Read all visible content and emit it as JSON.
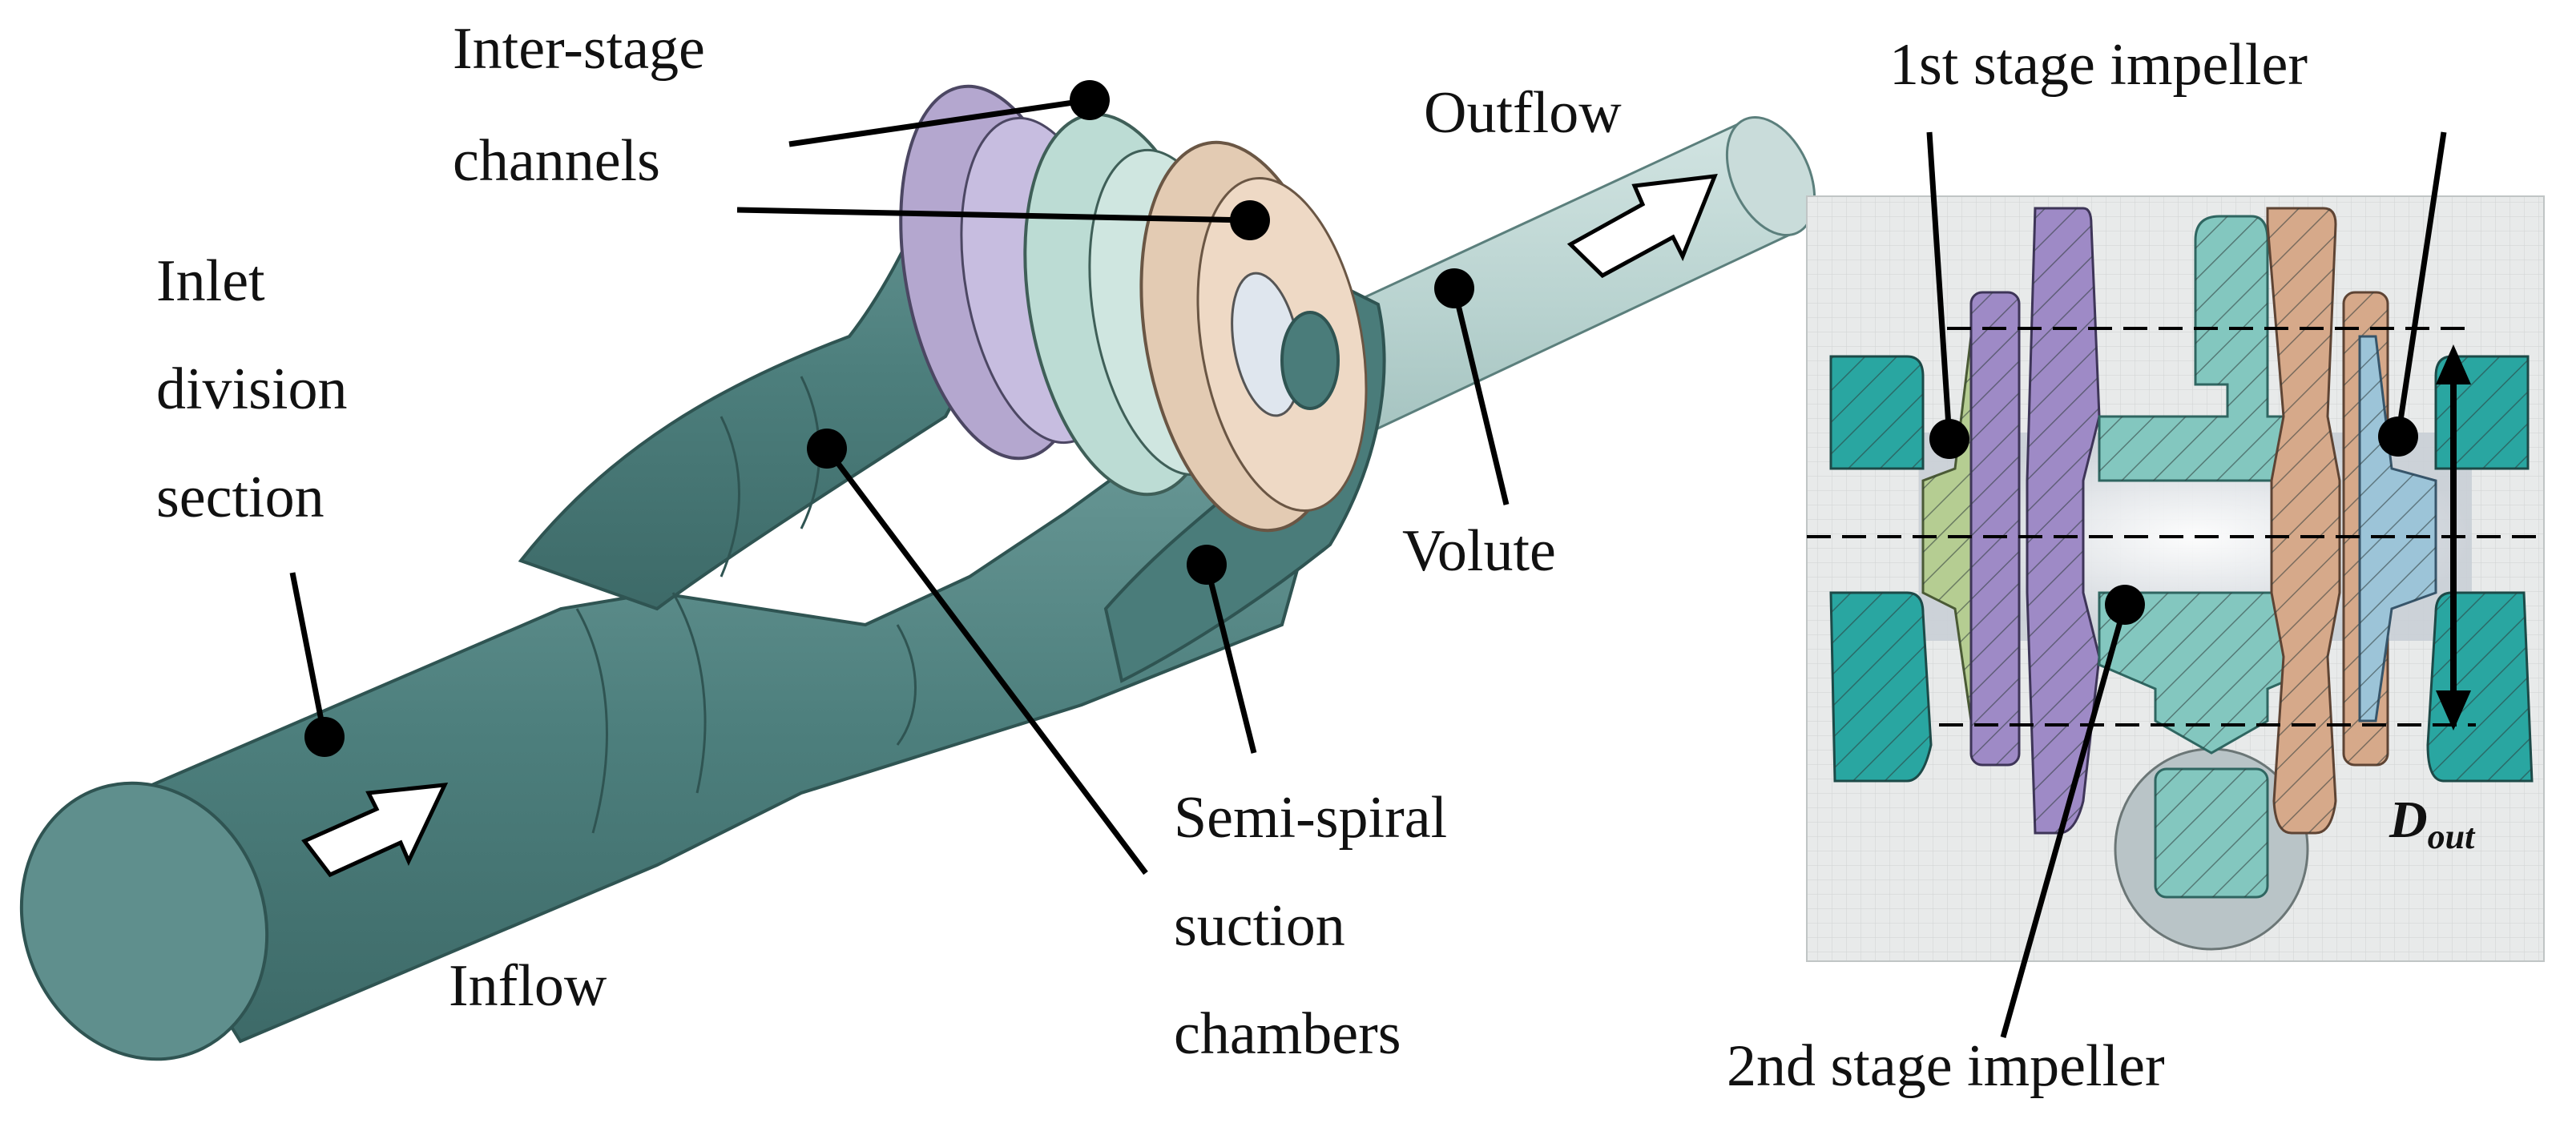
{
  "labels": {
    "inter_stage": [
      "Inter-stage",
      "channels"
    ],
    "outflow": "Outflow",
    "inlet_division": [
      "Inlet",
      "division",
      "section"
    ],
    "volute": "Volute",
    "semi_spiral": [
      "Semi-spiral",
      "suction",
      "chambers"
    ],
    "inflow": "Inflow",
    "first_stage": "1st stage impeller",
    "second_stage": "2nd stage impeller",
    "d_out_main": "D",
    "d_out_sub": "out"
  },
  "colors": {
    "inlet_pipe": "#4d7f7d",
    "inlet_pipe_light": "#6a9997",
    "volute_pipe": "#b9d3d0",
    "stage_lavender": "#b4a7cf",
    "stage_mint": "#bcdcd4",
    "stage_tan": "#e3cbb3",
    "imp_teal": "#29a6a1",
    "imp_purple": "#9e8ac6",
    "imp_green": "#b5cd92",
    "imp_cyan": "#83c7bf",
    "imp_orange": "#d6a98a",
    "imp_blue": "#9cc4d8",
    "grid_bg": "#e8eaea"
  }
}
